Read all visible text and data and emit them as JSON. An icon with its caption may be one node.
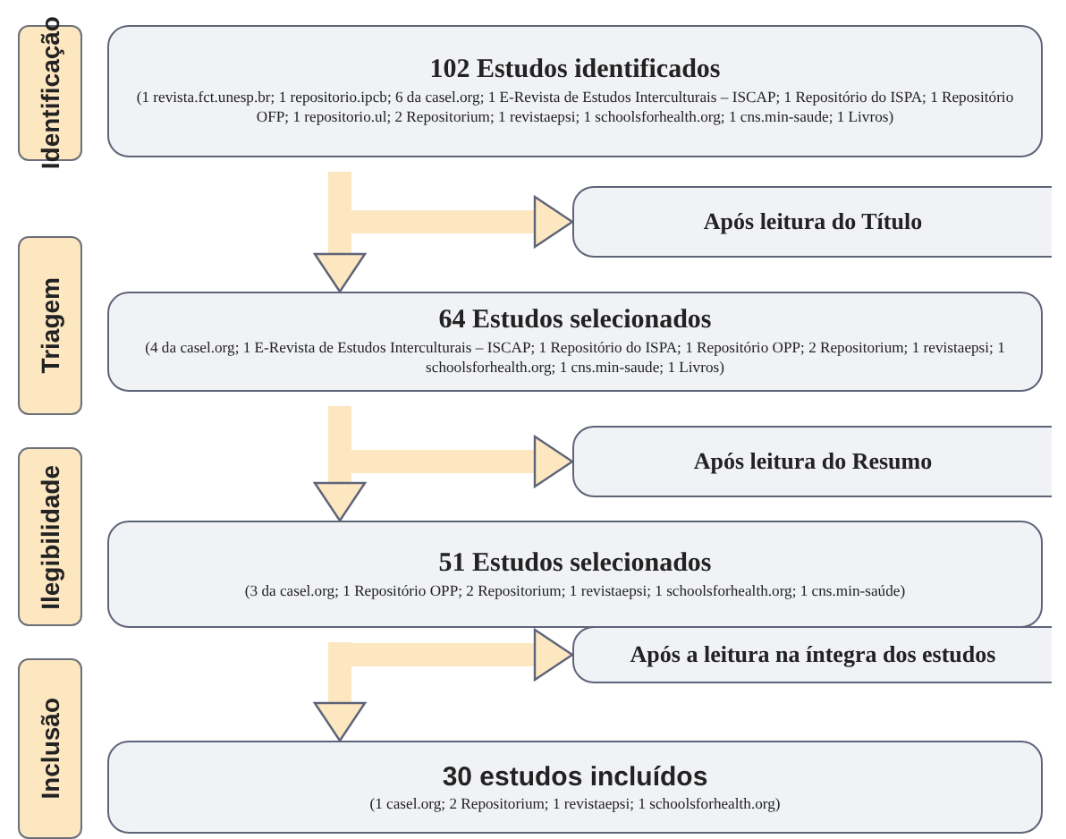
{
  "diagram": {
    "nodes": [
      {
        "text": [
          "Identificação"
        ]
      },
      {
        "text": [
          "102 Estudos identificados",
          "(1 revista.fct.unesp.br; 1 repositorio.ipcb; 6 da casel.org; 1 E-Revista de Estudos Interculturais – ISCAP; 1 Repositório do ISPA; 1 Repositório OFP; 1 repositorio.ul; 2 Repositorium; 1 revistaepsi; 1 schoolsforhealth.org; 1 cns.min-saude; 1 Livros)"
        ]
      },
      {
        "text": [
          "Após leitura do Título"
        ]
      },
      {
        "text": [
          "Triagem"
        ]
      },
      {
        "text": [
          "64 Estudos selecionados",
          "(4 da casel.org; 1 E-Revista de Estudos Interculturais – ISCAP; 1 Repositório do ISPA; 1 Repositório OPP; 2 Repositorium; 1 revistaepsi; 1 schoolsforhealth.org; 1 cns.min-saude; 1 Livros)"
        ]
      },
      {
        "text": [
          "Após leitura do Resumo"
        ]
      },
      {
        "text": [
          "Ilegibilidade"
        ]
      },
      {
        "text": [
          "51 Estudos selecionados",
          "(3 da casel.org; 1 Repositório OPP; 2 Repositorium; 1 revistaepsi; 1 schoolsforhealth.org; 1 cns.min-saúde)"
        ]
      },
      {
        "text": [
          "Após a leitura na íntegra dos estudos"
        ]
      },
      {
        "text": [
          "Inclusão"
        ]
      },
      {
        "text": [
          "30 estudos incluídos",
          "(1 casel.org; 2 Repositorium; 1 revistaepsi; 1 schoolsforhealth.org)"
        ]
      }
    ],
    "edges": [
      {
        "from": 1,
        "to": 2,
        "arrow": "to"
      },
      {
        "from": 1,
        "to": 4,
        "arrow": "to"
      },
      {
        "from": 4,
        "to": 5,
        "arrow": "to"
      },
      {
        "from": 4,
        "to": 7,
        "arrow": "to"
      },
      {
        "from": 7,
        "to": 8,
        "arrow": "to"
      },
      {
        "from": 7,
        "to": 10,
        "arrow": "to"
      }
    ]
  }
}
